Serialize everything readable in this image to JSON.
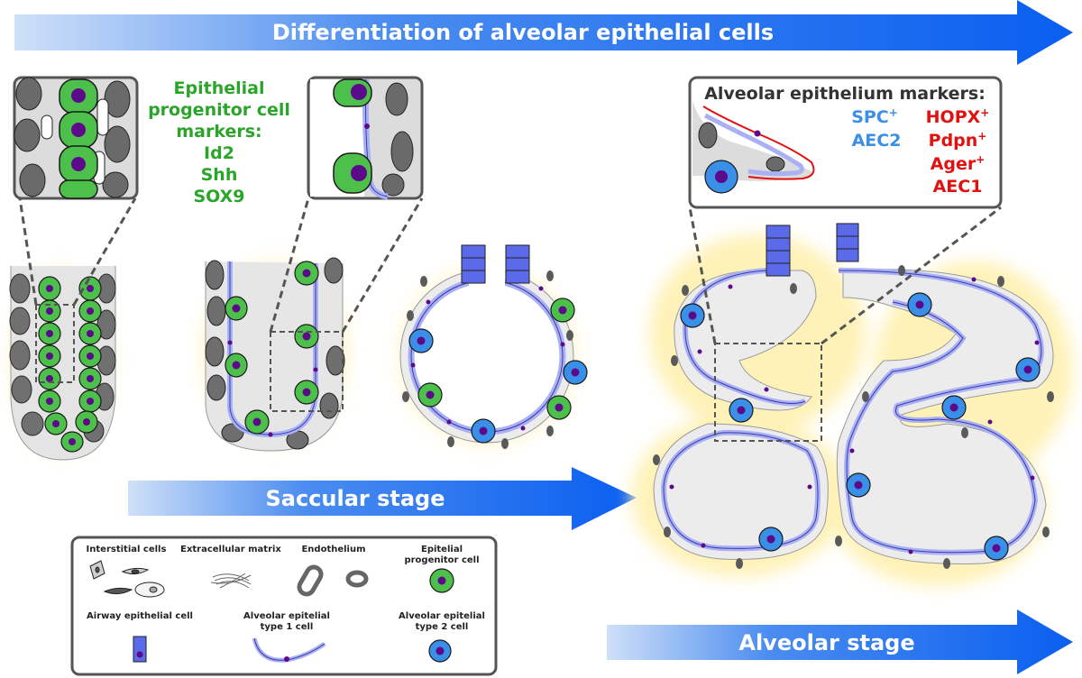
{
  "arrows": {
    "top": "Differentiation of alveolar epithelial cells",
    "saccular": "Saccular stage",
    "alveolar": "Alveolar stage"
  },
  "progenitor_markers": {
    "heading": [
      "Epithelial",
      "progenitor cell",
      "markers:"
    ],
    "markers": [
      "Id2",
      "Shh",
      "SOX9"
    ]
  },
  "alveolar_markers": {
    "title": "Alveolar epithelium markers:",
    "aec2": {
      "markers": [
        "SPC"
      ],
      "cell": "AEC2"
    },
    "aec1": {
      "markers": [
        "HOPX",
        "Pdpn",
        "Ager"
      ],
      "cell": "AEC1"
    },
    "superscript": "+"
  },
  "legend": {
    "interstitial": "Interstitial cells",
    "ecm": "Extracellular matrix",
    "endothelium": "Endothelium",
    "progenitor": [
      "Epitelial",
      "progenitor cell"
    ],
    "airway": "Airway epithelial cell",
    "aec1": [
      "Alveolar epitelial",
      "type 1 cell"
    ],
    "aec2": [
      "Alveolar epitelial",
      "type 2 cell"
    ]
  },
  "colors": {
    "arrow_blue": "#0a5ff0",
    "progenitor_green": "#37b034",
    "marker_green": "#2aa52a",
    "aec2_blue": "#3a8fe8",
    "aec1_red": "#e31010",
    "nucleus_purple": "#5c0a8a",
    "aec1_lilac": "#aab0f4",
    "airway_blue": "#5a6ae8"
  }
}
